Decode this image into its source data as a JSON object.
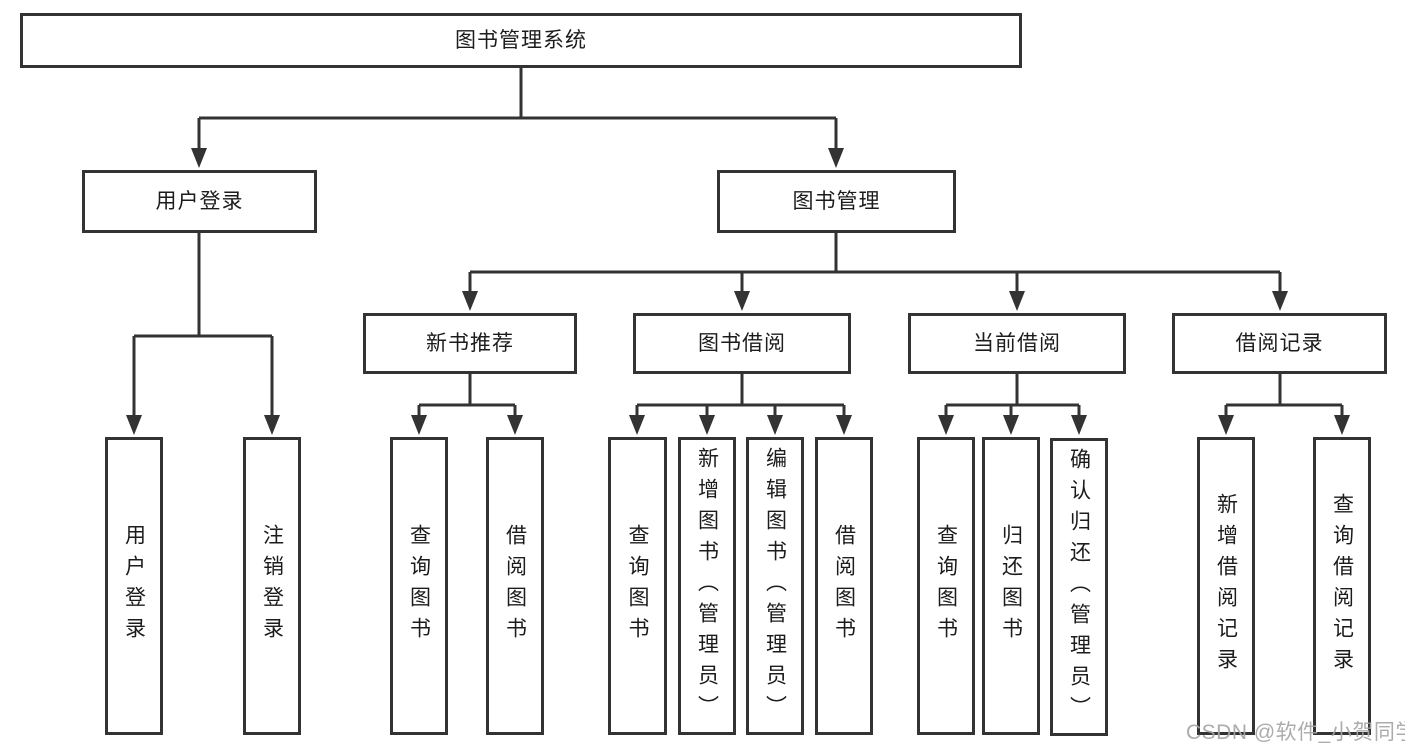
{
  "diagram": {
    "root": {
      "label": "图书管理系统"
    },
    "level1": [
      {
        "label": "用户登录",
        "leaves": [
          "用户登录",
          "注销登录"
        ]
      },
      {
        "label": "图书管理",
        "groups": [
          {
            "label": "新书推荐",
            "leaves": [
              "查询图书",
              "借阅图书"
            ]
          },
          {
            "label": "图书借阅",
            "leaves": [
              "查询图书",
              "新增图书（管理员）",
              "编辑图书（管理员）",
              "借阅图书"
            ]
          },
          {
            "label": "当前借阅",
            "leaves": [
              "查询图书",
              "归还图书",
              "确认归还（管理员）"
            ]
          },
          {
            "label": "借阅记录",
            "leaves": [
              "新增借阅记录",
              "查询借阅记录"
            ]
          }
        ]
      }
    ]
  },
  "watermark": {
    "text": "CSDN @软件_小贺同学"
  },
  "colors": {
    "line": "#333333",
    "box_border": "#333333",
    "box_fill": "#ffffff",
    "text": "#1c1c1c",
    "watermark": "#a5a5a5",
    "background": "#ffffff"
  }
}
